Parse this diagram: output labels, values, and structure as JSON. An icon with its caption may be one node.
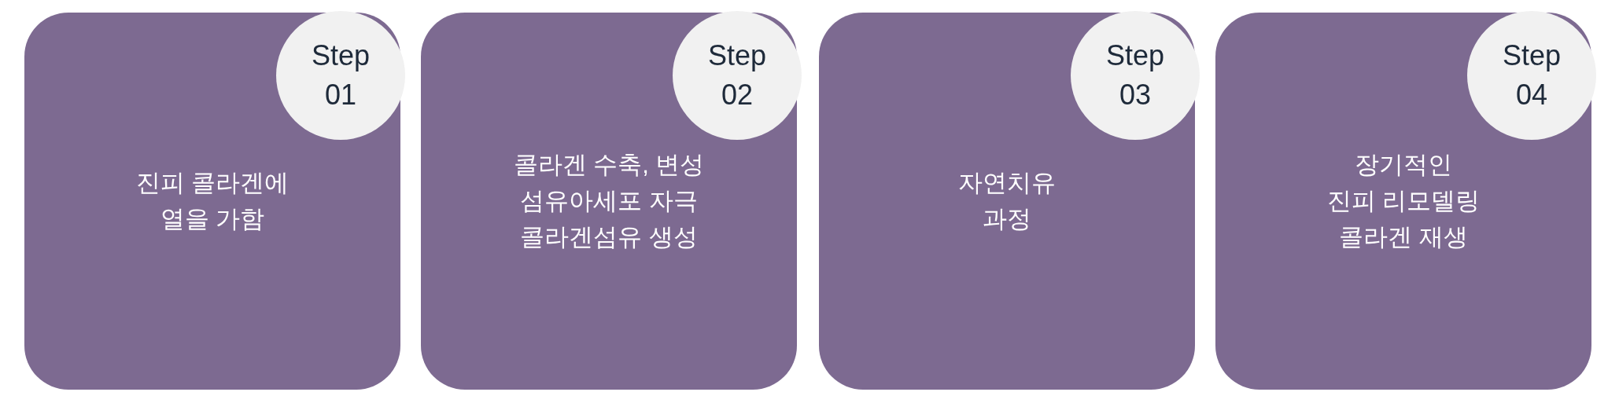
{
  "diagram": {
    "nodes": [
      {
        "text": [
          "진피 콜라겐에 열을 가함"
        ]
      },
      {
        "text": [
          "Step 01"
        ],
        "in": 0
      },
      {
        "text": [
          "콜라겐 수축, 변성 섬유아세포 자극 콜라겐섬유 생성"
        ]
      },
      {
        "text": [
          "Step 02"
        ],
        "in": 2
      },
      {
        "text": [
          "자연치유 과정"
        ]
      },
      {
        "text": [
          "Step 03"
        ],
        "in": 4
      },
      {
        "text": [
          "장기적인 진피 리모델링 콜라겐 재생"
        ]
      },
      {
        "text": [
          "Step 04"
        ],
        "in": 6
      }
    ],
    "edges": []
  }
}
